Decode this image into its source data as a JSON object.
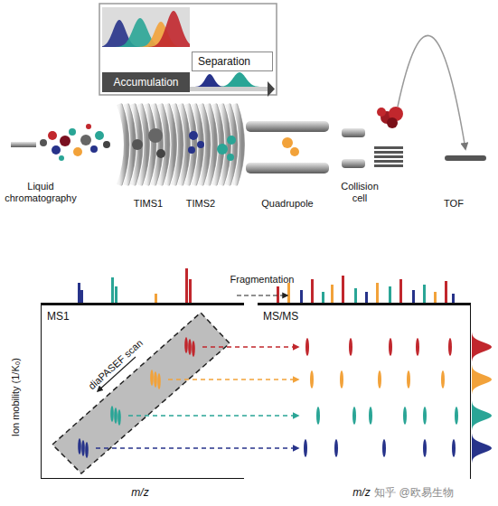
{
  "diagram": {
    "nodes": [
      {
        "text": [
          "Separation"
        ]
      },
      {
        "text": [
          "Accumulation"
        ]
      },
      {
        "text": [
          "MS1"
        ]
      },
      {
        "text": [
          "MS/MS"
        ]
      }
    ],
    "labels": [
      "Liquid chromatography",
      "TIMS1",
      "TIMS2",
      "Quadrupole",
      "Collision cell",
      "TOF",
      "Fragmentation",
      "diaPASEF scan",
      "Ion mobility (1/K₀)",
      "m/z",
      "m/z",
      "知乎 @欧易生物"
    ]
  }
}
